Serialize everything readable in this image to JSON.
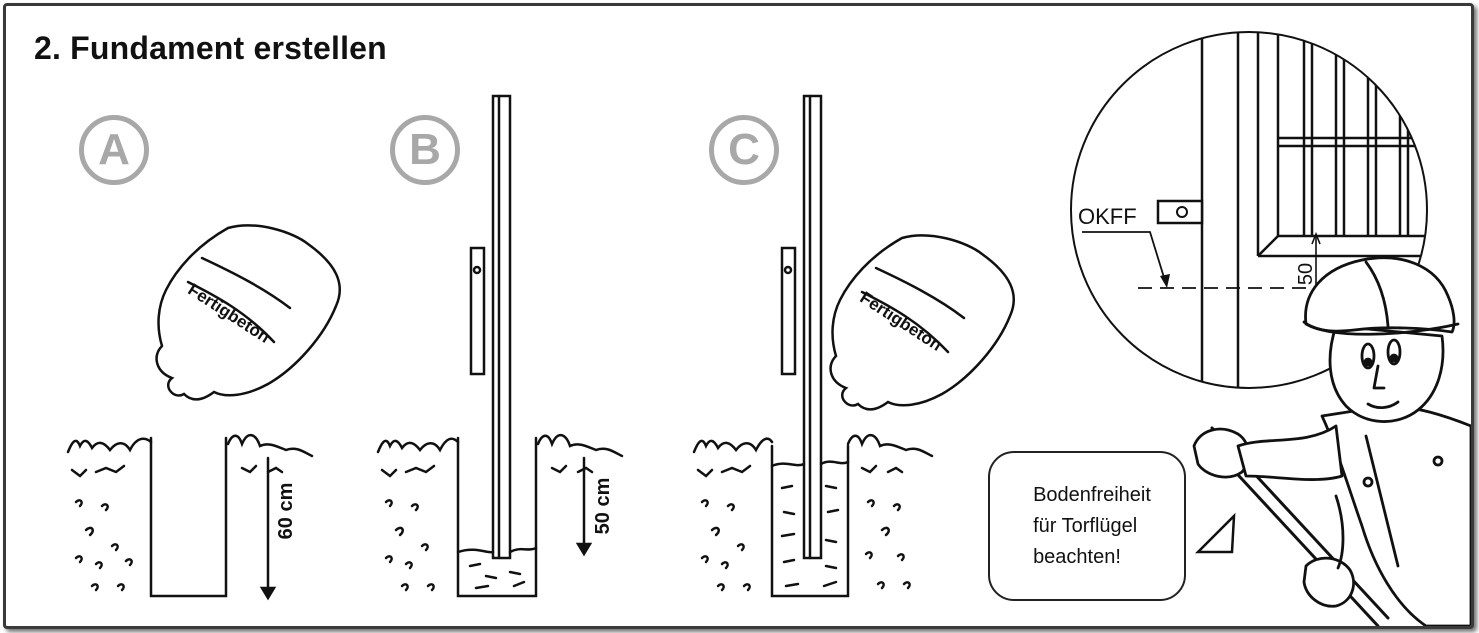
{
  "title": "2. Fundament erstellen",
  "steps": [
    {
      "label": "A"
    },
    {
      "label": "B"
    },
    {
      "label": "C"
    }
  ],
  "bag_label": "Fertigbeton",
  "depth_a": "60 cm",
  "depth_b": "50 cm",
  "detail": {
    "okff_label": "OKFF",
    "clearance_value": "50"
  },
  "speech_bubble": {
    "line1": "Bodenfreiheit",
    "line2": "für Torflügel",
    "line3": "beachten!"
  }
}
